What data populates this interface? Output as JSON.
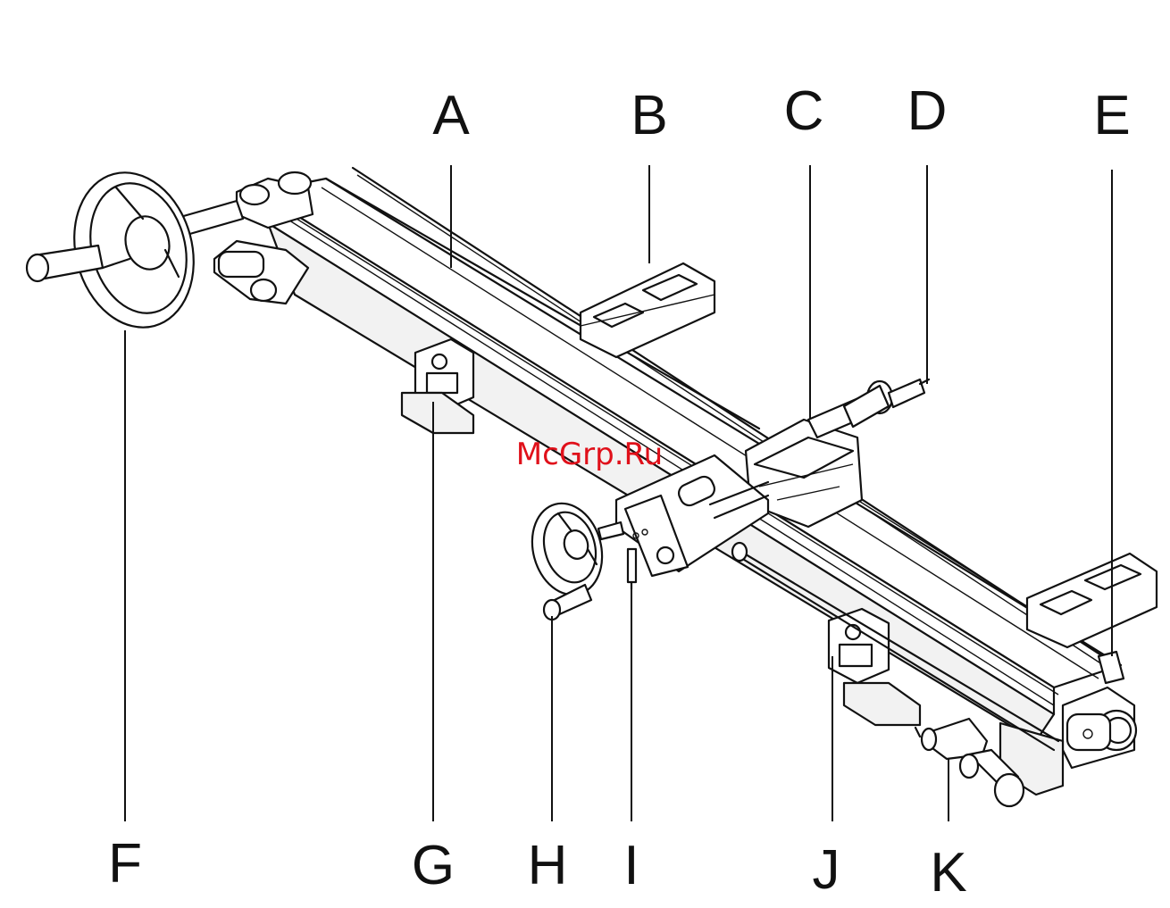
{
  "watermark": "McGrp.Ru",
  "callouts": [
    {
      "id": "A",
      "label": "A"
    },
    {
      "id": "B",
      "label": "B"
    },
    {
      "id": "C",
      "label": "C"
    },
    {
      "id": "D",
      "label": "D"
    },
    {
      "id": "E",
      "label": "E"
    },
    {
      "id": "F",
      "label": "F"
    },
    {
      "id": "G",
      "label": "G"
    },
    {
      "id": "H",
      "label": "H"
    },
    {
      "id": "I",
      "label": "I"
    },
    {
      "id": "J",
      "label": "J"
    },
    {
      "id": "K",
      "label": "K"
    }
  ],
  "colors": {
    "line": "#111111",
    "watermark": "#e0101a",
    "background": "#ffffff"
  }
}
